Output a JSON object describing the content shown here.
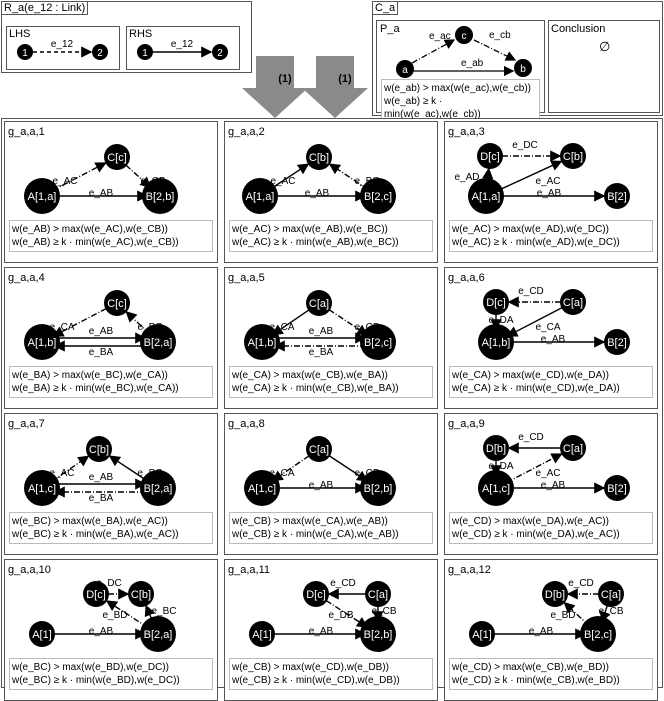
{
  "rule": {
    "title": "R_a(e_12 : Link)",
    "lhs_title": "LHS",
    "rhs_title": "RHS",
    "node1": "1",
    "node2": "2",
    "edge": "e_12"
  },
  "constraint": {
    "title": "C_a",
    "premise_title": "P_a",
    "conclusion_title": "Conclusion",
    "conclusion_value": "∅",
    "nodes": {
      "a": "a",
      "b": "b",
      "c": "c"
    },
    "edges": {
      "ac": "e_ac",
      "cb": "e_cb",
      "ab": "e_ab"
    },
    "cond1": "w(e_ab) > max(w(e_ac),w(e_cb))",
    "cond2": "w(e_ab) ≥ k · min(w(e_ac),w(e_cb))"
  },
  "arrow_label": "(1)",
  "graphs": [
    {
      "title": "g_a,a,1",
      "type": "tri",
      "nodes": {
        "A": "A[1,a]",
        "B": "B[2,b]",
        "C": "C[c]"
      },
      "edges": {
        "ac": "e_AC",
        "cb": "e_CB",
        "ab": "e_AB"
      },
      "cond1": "w(e_AB) > max(w(e_AC),w(e_CB))",
      "cond2": "w(e_AB) ≥ k · min(w(e_AC),w(e_CB))"
    },
    {
      "title": "g_a,a,2",
      "type": "tri2",
      "nodes": {
        "A": "A[1,a]",
        "B": "B[2,c]",
        "C": "C[b]"
      },
      "edges": {
        "ac": "e_AC",
        "cb": "e_BC",
        "ab": "e_AB"
      },
      "cond1": "w(e_AC) > max(w(e_AB),w(e_BC))",
      "cond2": "w(e_AC) ≥ k · min(w(e_AB),w(e_BC))"
    },
    {
      "title": "g_a,a,3",
      "type": "quad",
      "nodes": {
        "A": "A[1,a]",
        "B": "B[2]",
        "C": "C[b]",
        "D": "D[c]"
      },
      "edges": {
        "dc": "e_DC",
        "ad": "e_AD",
        "ac": "e_AC",
        "ab": "e_AB"
      },
      "cond1": "w(e_AC) > max(w(e_AD),w(e_DC))",
      "cond2": "w(e_AC) ≥ k · min(w(e_AD),w(e_DC))"
    },
    {
      "title": "g_a,a,4",
      "type": "tri4",
      "nodes": {
        "A": "A[1,b]",
        "B": "B[2,a]",
        "C": "C[c]"
      },
      "edges": {
        "ca": "e_CA",
        "bc": "e_BC",
        "ab": "e_AB",
        "ba": "e_BA"
      },
      "cond1": "w(e_BA) > max(w(e_BC),w(e_CA))",
      "cond2": "w(e_BA) ≥ k · min(w(e_BC),w(e_CA))"
    },
    {
      "title": "g_a,a,5",
      "type": "tri5",
      "nodes": {
        "A": "A[1,b]",
        "B": "B[2,c]",
        "C": "C[a]"
      },
      "edges": {
        "ca": "e_CA",
        "cb": "e_CB",
        "ab": "e_AB",
        "ba": "e_BA"
      },
      "cond1": "w(e_CA) > max(w(e_CB),w(e_BA))",
      "cond2": "w(e_CA) ≥ k · min(w(e_CB),w(e_BA))"
    },
    {
      "title": "g_a,a,6",
      "type": "quad6",
      "nodes": {
        "A": "A[1,b]",
        "B": "B[2]",
        "C": "C[a]",
        "D": "D[c]"
      },
      "edges": {
        "cd": "e_CD",
        "da": "e_DA",
        "ca": "e_CA",
        "ab": "e_AB"
      },
      "cond1": "w(e_CA) > max(w(e_CD),w(e_DA))",
      "cond2": "w(e_CA) ≥ k · min(w(e_CD),w(e_DA))"
    },
    {
      "title": "g_a,a,7",
      "type": "tri7",
      "nodes": {
        "A": "A[1,c]",
        "B": "B[2,a]",
        "C": "C[b]"
      },
      "edges": {
        "ac": "e_AC",
        "bc": "e_BC",
        "ab": "e_AB",
        "ba": "e_BA"
      },
      "cond1": "w(e_BC) > max(w(e_BA),w(e_AC))",
      "cond2": "w(e_BC) ≥ k · min(w(e_BA),w(e_AC))"
    },
    {
      "title": "g_a,a,8",
      "type": "tri8",
      "nodes": {
        "A": "A[1,c]",
        "B": "B[2,b]",
        "C": "C[a]"
      },
      "edges": {
        "ca": "e_CA",
        "cb": "e_CB",
        "ab": "e_AB"
      },
      "cond1": "w(e_CB) > max(w(e_CA),w(e_AB))",
      "cond2": "w(e_CB) ≥ k · min(w(e_CA),w(e_AB))"
    },
    {
      "title": "g_a,a,9",
      "type": "quad9",
      "nodes": {
        "A": "A[1,c]",
        "B": "B[2]",
        "C": "C[a]",
        "D": "D[b]"
      },
      "edges": {
        "cd": "e_CD",
        "da": "e_DA",
        "ac": "e_AC",
        "ab": "e_AB"
      },
      "cond1": "w(e_CD) > max(w(e_DA),w(e_AC))",
      "cond2": "w(e_CD) ≥ k · min(w(e_DA),w(e_AC))"
    },
    {
      "title": "g_a,a,10",
      "type": "quad10",
      "nodes": {
        "A": "A[1]",
        "B": "B[2,a]",
        "C": "C[b]",
        "D": "D[c]"
      },
      "edges": {
        "dc": "e_DC",
        "bd": "e_BD",
        "bc": "e_BC",
        "ab": "e_AB"
      },
      "cond1": "w(e_BC) > max(w(e_BD),w(e_DC))",
      "cond2": "w(e_BC) ≥ k · min(w(e_BD),w(e_DC))"
    },
    {
      "title": "g_a,a,11",
      "type": "quad11",
      "nodes": {
        "A": "A[1]",
        "B": "B[2,b]",
        "C": "C[a]",
        "D": "D[c]"
      },
      "edges": {
        "cd": "e_CD",
        "db": "e_DB",
        "cb": "e_CB",
        "ab": "e_AB"
      },
      "cond1": "w(e_CB) > max(w(e_CD),w(e_DB))",
      "cond2": "w(e_CB) ≥ k · min(w(e_CD),w(e_DB))"
    },
    {
      "title": "g_a,a,12",
      "type": "quad12",
      "nodes": {
        "A": "A[1]",
        "B": "B[2,c]",
        "C": "C[a]",
        "D": "D[b]"
      },
      "edges": {
        "cd": "e_CD",
        "bd": "e_BD",
        "cb": "e_CB",
        "ab": "e_AB"
      },
      "cond1": "w(e_CD) > max(w(e_CB),w(e_BD))",
      "cond2": "w(e_CD) ≥ k · min(w(e_CB),w(e_BD))"
    }
  ]
}
